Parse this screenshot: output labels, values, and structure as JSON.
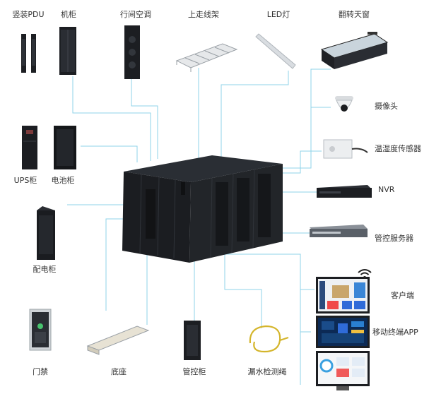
{
  "labels": {
    "pdu": "竖装PDU",
    "cabinet": "机柜",
    "row_ac": "行间空调",
    "cable_tray": "上走线架",
    "led": "LED灯",
    "skylight": "翻转天窗",
    "camera": "摄像头",
    "th_sensor": "温湿度传感器",
    "nvr": "NVR",
    "server": "管控服务器",
    "client": "客户端",
    "mobile_app": "移动终端APP",
    "ups": "UPS柜",
    "battery": "电池柜",
    "power_dist": "配电柜",
    "access": "门禁",
    "base": "底座",
    "control": "管控柜",
    "leak_rope": "漏水检测绳"
  },
  "colors": {
    "line": "#8fd3e8",
    "cabinet": "#1c1e22",
    "accent": "#f04848"
  }
}
